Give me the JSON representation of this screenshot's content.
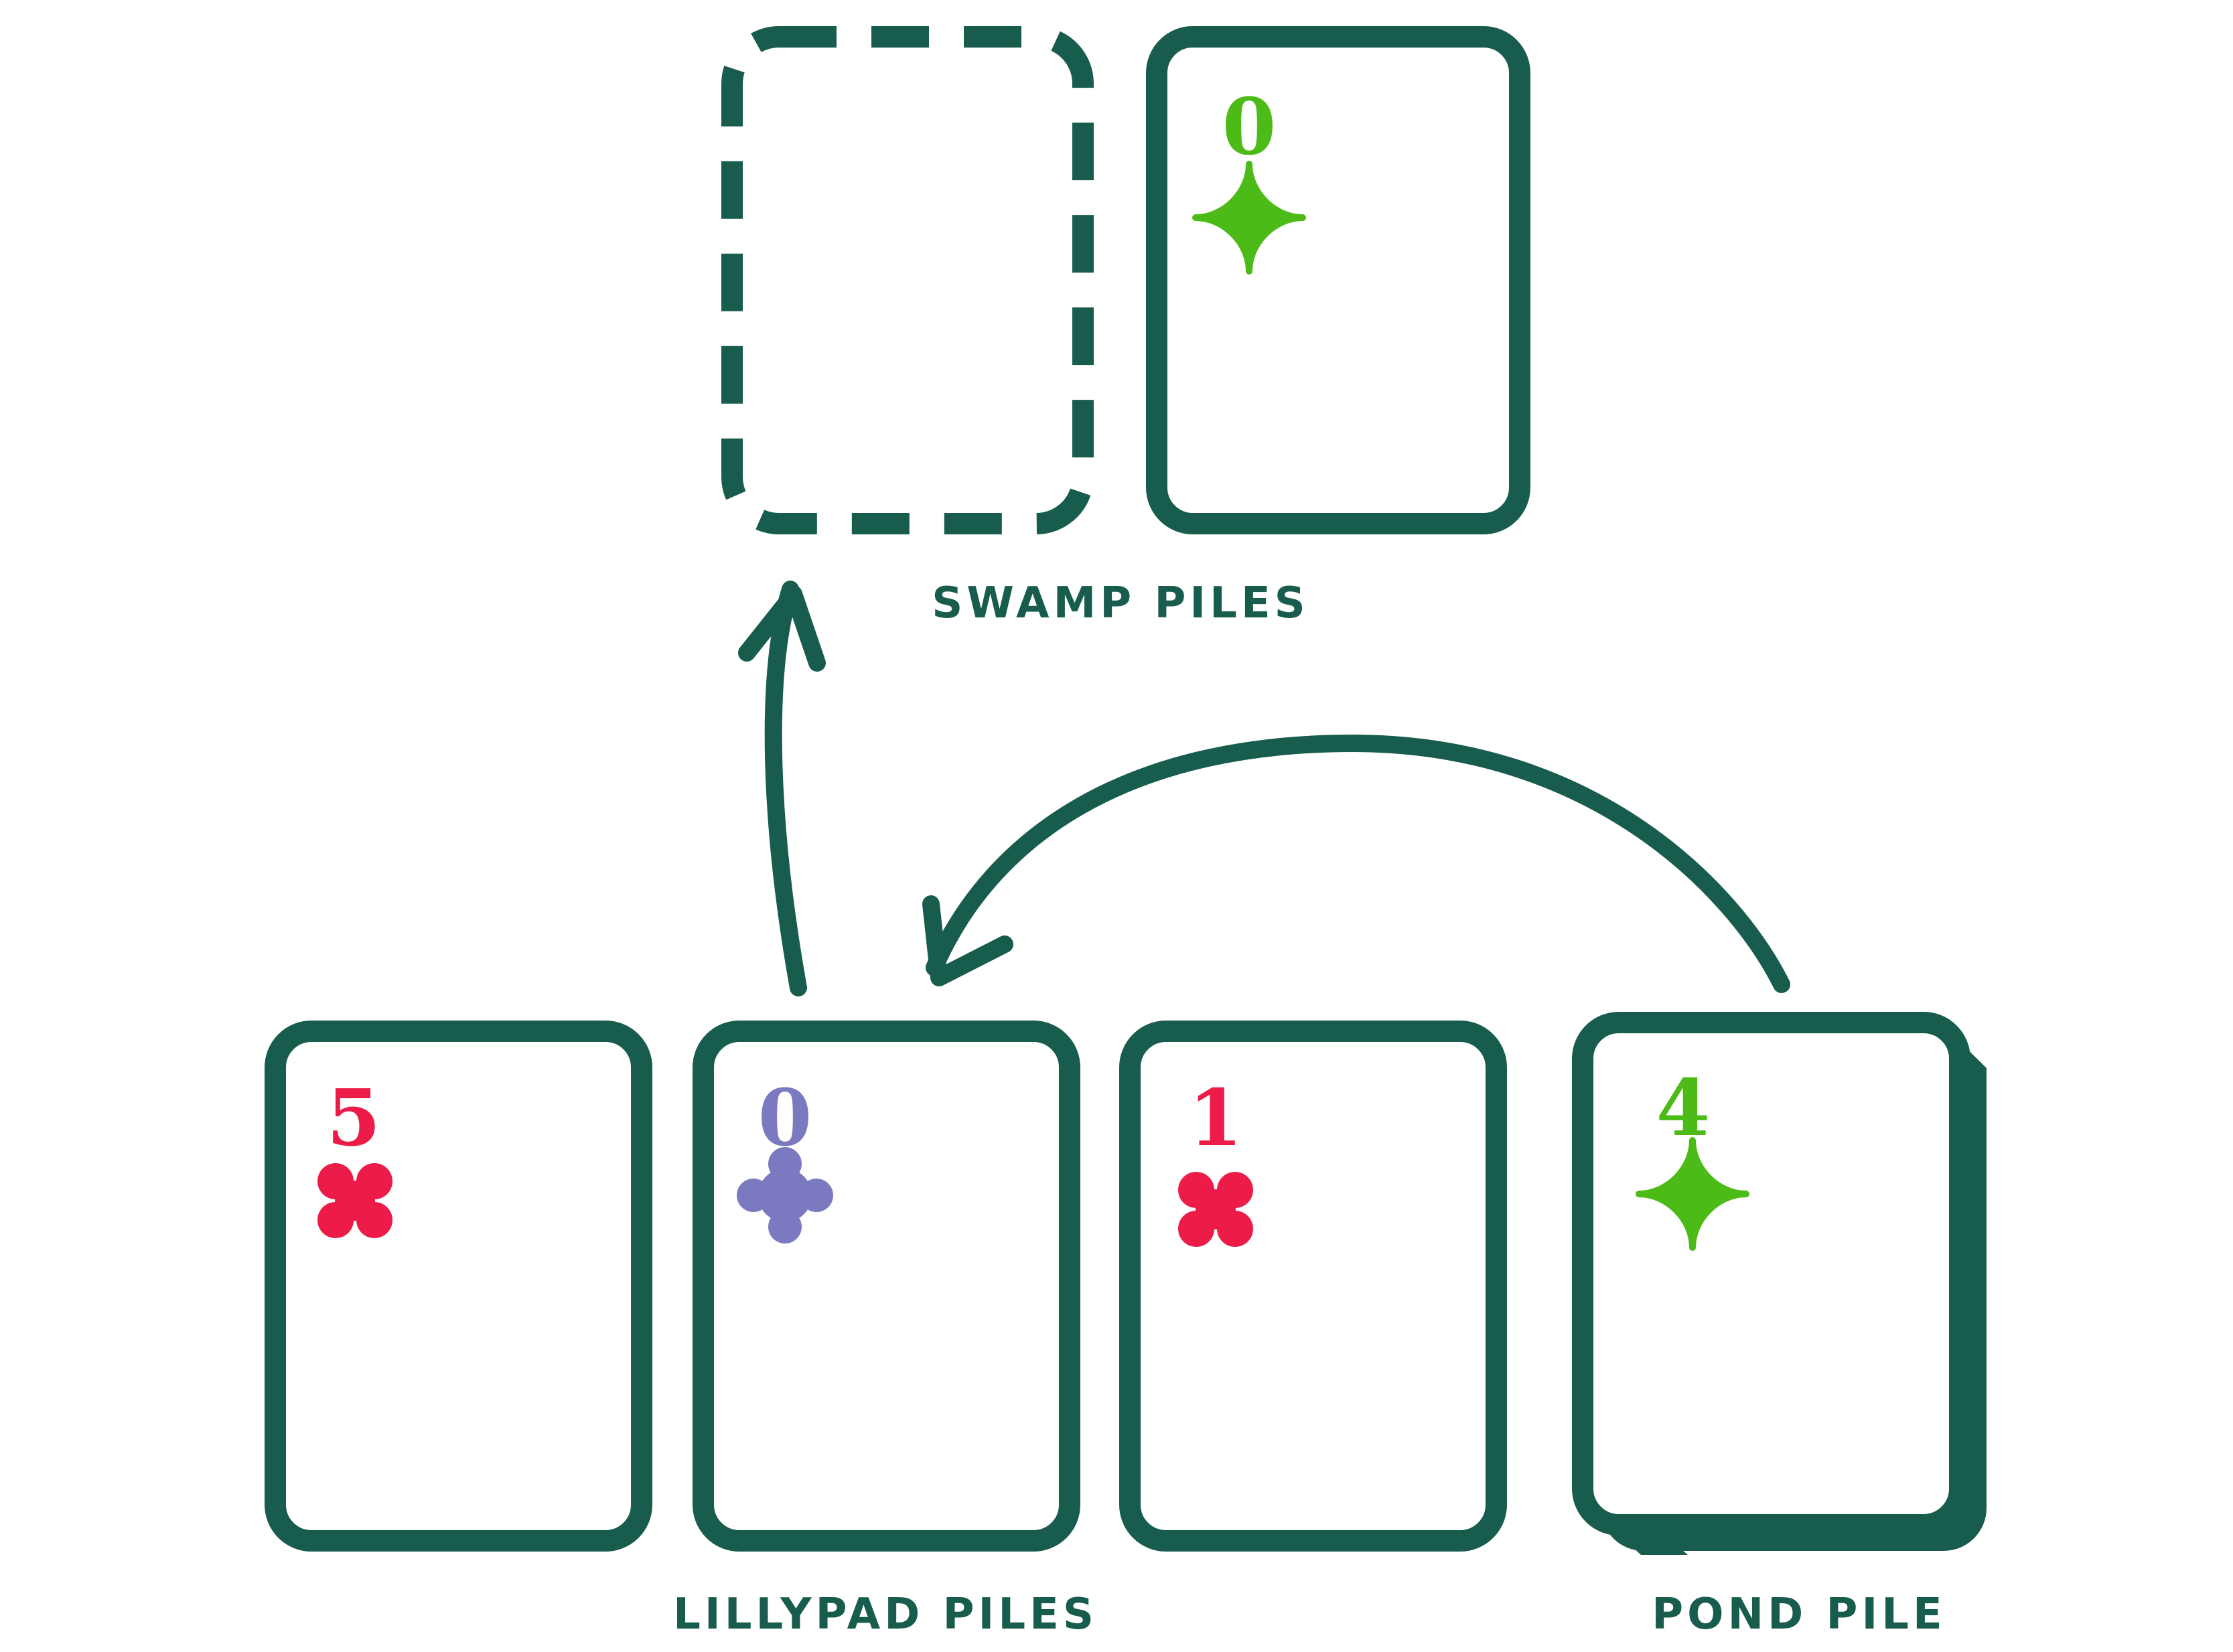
{
  "colors": {
    "outline": "#175c4c",
    "green_suit": "#4cbb17",
    "red_suit": "#ec1b48",
    "purple_suit": "#7b79bf",
    "background": "#ffffff"
  },
  "labels": {
    "swamp": "SWAMP PILES",
    "lillypad": "LILLYPAD PILES",
    "pond": "POND PILE"
  },
  "swamp": {
    "slot_empty": true,
    "card": {
      "rank": "0",
      "suit": "sparkle-icon",
      "color": "#4cbb17"
    }
  },
  "lillypad": [
    {
      "rank": "5",
      "suit": "flower-icon",
      "color": "#ec1b48"
    },
    {
      "rank": "0",
      "suit": "club-icon",
      "color": "#7b79bf"
    },
    {
      "rank": "1",
      "suit": "flower-icon",
      "color": "#ec1b48"
    }
  ],
  "pond": {
    "rank": "4",
    "suit": "sparkle-icon",
    "color": "#4cbb17",
    "stacked": true
  }
}
